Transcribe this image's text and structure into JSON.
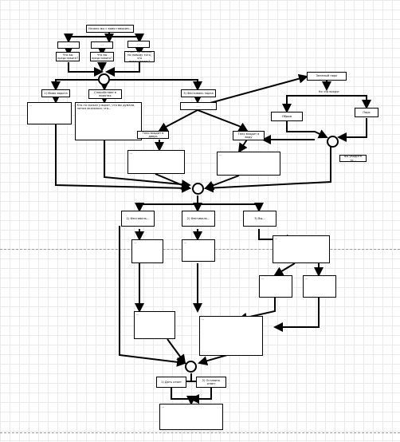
{
  "nodes": {
    "n_start": "Начало мы с вами говорим...",
    "n_q1": "...",
    "n_q2": "...",
    "n_q3": "...",
    "n_r1": "Что вы представите?",
    "n_r2": "Что вы представите?",
    "n_r3": "Ответ на вопрос по поводу того, что представить?",
    "n_a1": "1) Мимо ворота",
    "n_a2": "Спокойствие в воротах",
    "n_a3": "3) Фестиваль парка",
    "n_green": "Зеленый парк",
    "n_d1": "...",
    "n_d2": "Кто-то сказал у ворот, что вы думали, потом оказалось что...",
    "n_d3": "...",
    "n_around": "Но что вокруг",
    "n_small1": "Обрыв",
    "n_small2": "Парк",
    "n_mid_l": "Тело входит в дверь",
    "n_mid_r": "Тело входит в воду",
    "n_see": "Вы увидите то...",
    "n_txt_l": "...",
    "n_txt_r": "...",
    "n_e1": "1) Фестиваль...",
    "n_e2": "2) Фестиваль...",
    "n_e3": "3) Вы...",
    "n_big_r": "...",
    "n_f1": "...",
    "n_f2": "...",
    "n_f3": "...",
    "n_f4": "...",
    "n_g1": "...",
    "n_g2": "...",
    "n_h1": "1) Дать ответ",
    "n_h2": "2) Оставить ответ",
    "n_final": "..."
  },
  "colors": {
    "line": "#000000",
    "grid": "#eaeaea",
    "page_break": "#9a9a9a"
  }
}
